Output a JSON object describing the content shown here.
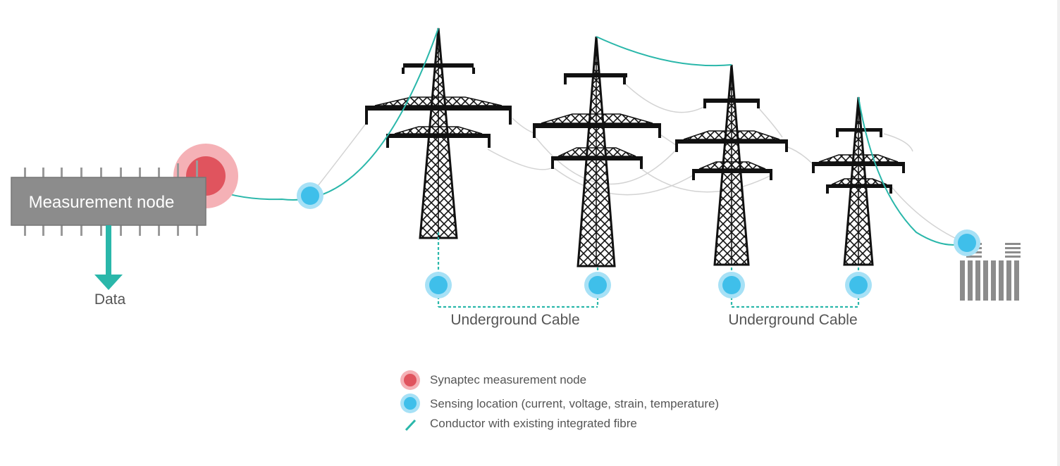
{
  "labels": {
    "measurement_node": "Measurement node",
    "data": "Data",
    "underground_cable_1": "Underground Cable",
    "underground_cable_2": "Underground Cable"
  },
  "legend": {
    "items": [
      {
        "icon": "red-circle-icon",
        "text": "Synaptec measurement node"
      },
      {
        "icon": "blue-circle-icon",
        "text": "Sensing location (current, voltage, strain, temperature)"
      },
      {
        "icon": "teal-line-icon",
        "text": "Conductor with existing integrated fibre"
      }
    ]
  },
  "colors": {
    "measurement_node_red": "#e0545e",
    "sensing_blue": "#3fbfea",
    "fibre_teal": "#2ab7aa",
    "node_box_grey": "#8c8c8c",
    "tower_black": "#111111",
    "plain_conductor_grey": "#d3d3d3"
  }
}
